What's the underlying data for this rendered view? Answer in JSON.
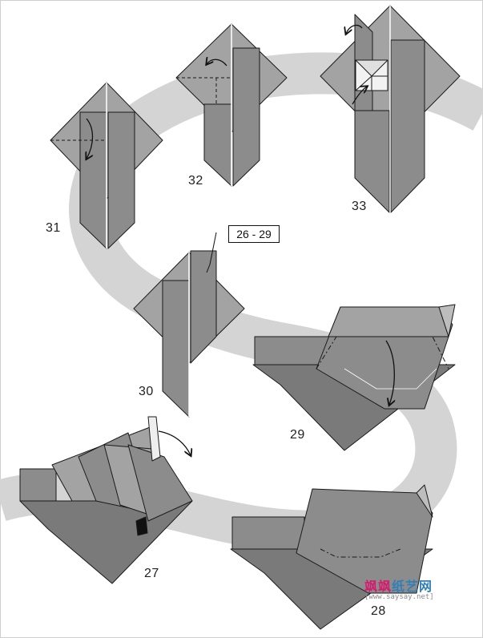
{
  "steps": [
    {
      "number": "31"
    },
    {
      "number": "32"
    },
    {
      "number": "33"
    },
    {
      "number": "30"
    },
    {
      "number": "29"
    },
    {
      "number": "27"
    },
    {
      "number": "28"
    }
  ],
  "reference_box": "26 - 29",
  "watermark": {
    "brand_part1": "飒飒",
    "brand_part2": "纸艺网",
    "url": "[www.saysay.net]"
  },
  "colors": {
    "paper": "#8c8c8c",
    "paper_light": "#a3a3a3",
    "paper_dark": "#6e6e6e",
    "swoosh": "#d4d4d4",
    "edge": "#1a1a1a"
  }
}
